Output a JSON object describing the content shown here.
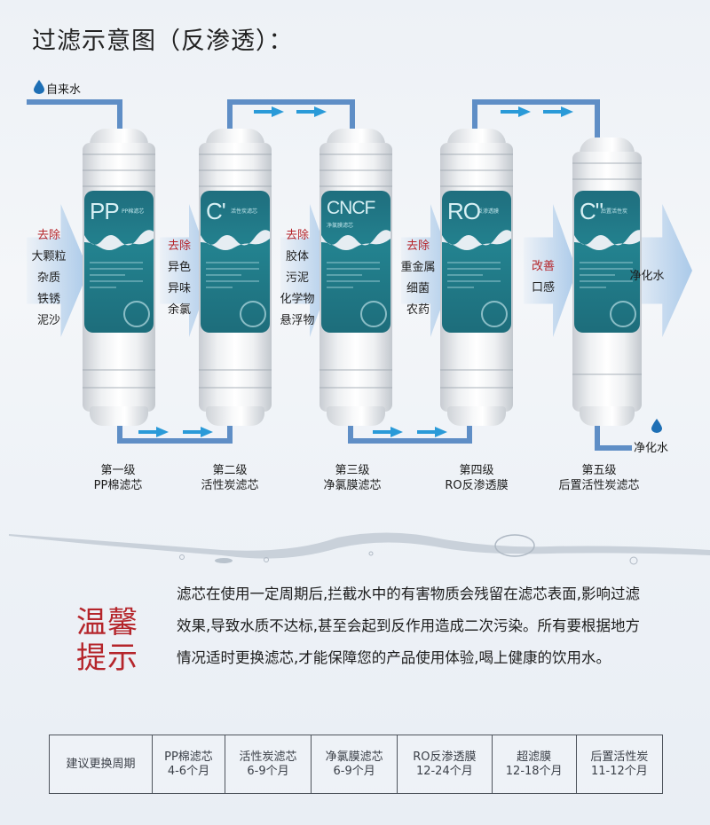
{
  "title": "过滤示意图（反渗透）：",
  "source_label": "自来水",
  "output_label": "净化水",
  "colors": {
    "pipe": "#5f8ec6",
    "flow_arrow": "#2a9ad8",
    "accent_red": "#b5252b",
    "label_teal": "#23828f"
  },
  "stages": [
    {
      "code": "PP",
      "sub": "PP棉滤芯",
      "action": "去除",
      "effects": [
        "大颗粒",
        "杂质",
        "铁锈",
        "泥沙"
      ],
      "level": "第一级",
      "name": "PP棉滤芯"
    },
    {
      "code": "C'",
      "sub": "活性炭滤芯",
      "action": "去除",
      "effects": [
        "异色",
        "异味",
        "余氯"
      ],
      "level": "第二级",
      "name": "活性炭滤芯"
    },
    {
      "code": "CNCF",
      "sub": "净氯膜滤芯",
      "action": "去除",
      "effects": [
        "胶体",
        "污泥",
        "化学物",
        "悬浮物"
      ],
      "level": "第三级",
      "name": "净氯膜滤芯"
    },
    {
      "code": "RO",
      "sub": "反渗透膜",
      "action": "去除",
      "effects": [
        "重金属",
        "细菌",
        "农药"
      ],
      "level": "第四级",
      "name": "RO反渗透膜"
    },
    {
      "code": "C\"",
      "sub": "后置活性炭",
      "action": "改善",
      "effects": [
        "口感"
      ],
      "level": "第五级",
      "name": "后置活性炭滤芯"
    }
  ],
  "final_result": "净化水",
  "tip": {
    "title_line1": "温馨",
    "title_line2": "提示",
    "text": "滤芯在使用一定周期后,拦截水中的有害物质会残留在滤芯表面,影响过滤效果,导致水质不达标,甚至会起到反作用造成二次污染。所有要根据地方情况适时更换滤芯,才能保障您的产品使用体验,喝上健康的饮用水。"
  },
  "replacement_table": {
    "header": "建议更换周期",
    "columns": [
      {
        "name": "PP棉滤芯",
        "period": "4-6个月"
      },
      {
        "name": "活性炭滤芯",
        "period": "6-9个月"
      },
      {
        "name": "净氯膜滤芯",
        "period": "6-9个月"
      },
      {
        "name": "RO反渗透膜",
        "period": "12-24个月"
      },
      {
        "name": "超滤膜",
        "period": "12-18个月"
      },
      {
        "name": "后置活性炭",
        "period": "11-12个月"
      }
    ]
  }
}
